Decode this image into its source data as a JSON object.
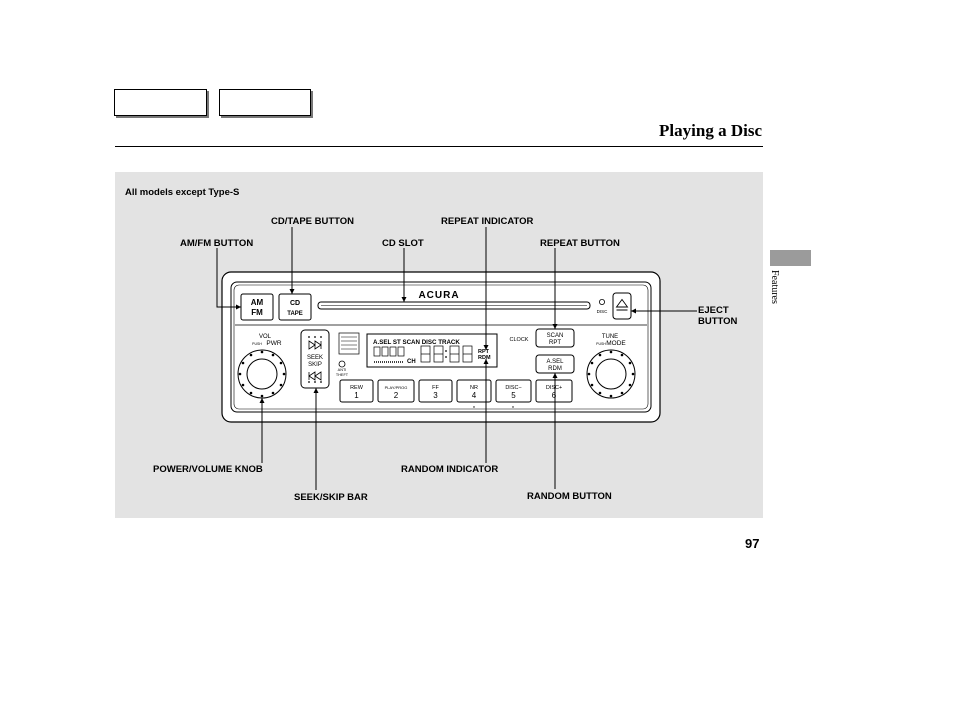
{
  "header": {
    "title": "Playing a Disc"
  },
  "nav": {
    "buttons": [
      "",
      ""
    ]
  },
  "sidebar": {
    "section_label": "Features"
  },
  "diagram": {
    "model_note": "All models except Type-S",
    "callouts": {
      "am_fm_button": "AM/FM BUTTON",
      "cd_tape_button": "CD/TAPE BUTTON",
      "cd_slot": "CD SLOT",
      "repeat_indicator": "REPEAT INDICATOR",
      "repeat_button": "REPEAT BUTTON",
      "eject_button_line1": "EJECT",
      "eject_button_line2": "BUTTON",
      "power_volume_knob": "POWER/VOLUME KNOB",
      "seek_skip_bar": "SEEK/SKIP BAR",
      "random_indicator": "RANDOM INDICATOR",
      "random_button": "RANDOM BUTTON"
    },
    "radio": {
      "brand": "ACURA",
      "am_label": "AM",
      "fm_label": "FM",
      "cd_label": "CD",
      "tape_label": "TAPE",
      "disc_label": "DISC",
      "vol_label": "VOL",
      "push_label": "PUSH",
      "pwr_label": "PWR",
      "tune_label": "TUNE",
      "mode_label": "MODE",
      "seek_label": "SEEK",
      "skip_label": "SKIP",
      "anti_label": "ANTI",
      "theft_label": "THEFT",
      "clock_label": "CLOCK",
      "scan_label": "SCAN",
      "rpt_label": "RPT",
      "asel_label": "A.SEL",
      "rdm_label": "RDM",
      "display_top": "A.SEL ST SCAN DISC TRACK",
      "display_rpt": "RPT",
      "display_rdm": "RDM",
      "display_ch": "CH",
      "preset_top": [
        "REW",
        "PLAY/PROG",
        "FF",
        "NR",
        "DISC−",
        "DISC+"
      ],
      "preset_num": [
        "1",
        "2",
        "3",
        "4",
        "5",
        "6"
      ]
    }
  },
  "footer": {
    "page_number": "97"
  }
}
